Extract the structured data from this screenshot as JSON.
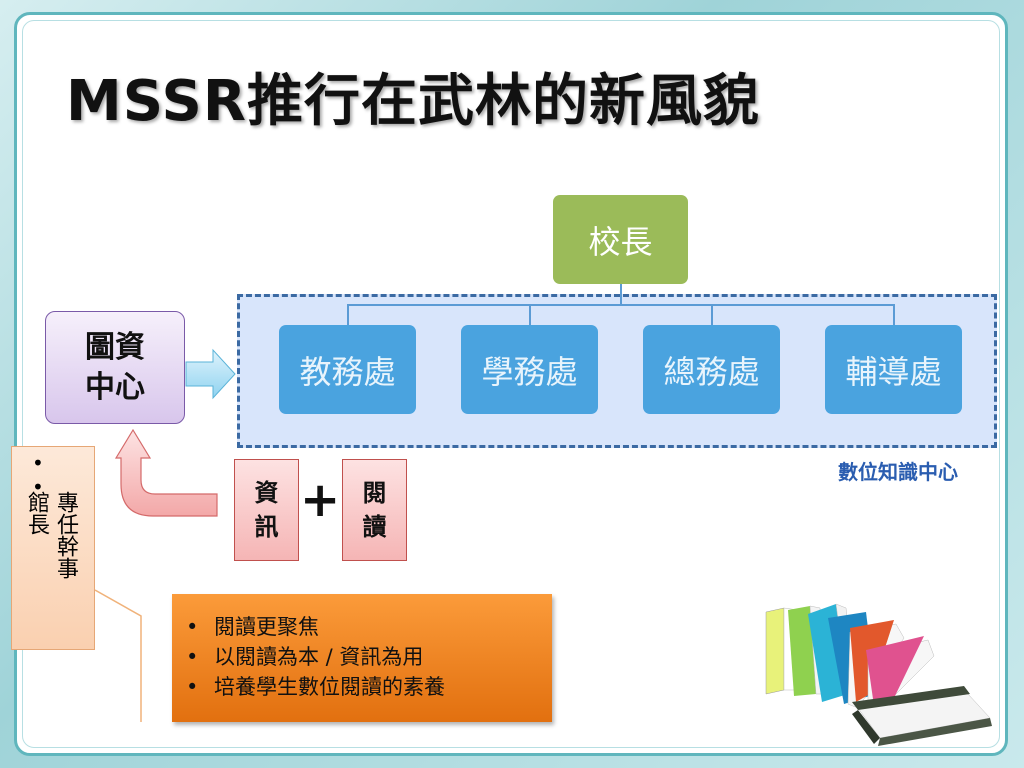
{
  "slide": {
    "title": "MSSR推行在武林的新風貌"
  },
  "org_chart": {
    "principal": "校長",
    "departments": [
      "教務處",
      "學務處",
      "總務處",
      "輔導處"
    ],
    "group_label": "數位知識中心",
    "colors": {
      "principal": "#9bbb59",
      "department": "#4aa3df",
      "group_border": "#3b6aa3",
      "group_fill": "#d8e5fb"
    }
  },
  "library_center": {
    "line1": "圖資",
    "line2": "中心"
  },
  "components": {
    "left": {
      "line1": "資",
      "line2": "訊"
    },
    "plus": "+",
    "right": {
      "line1": "閱",
      "line2": "讀"
    }
  },
  "staff_box": {
    "bullets": "• •",
    "col_right": "專任幹事",
    "col_left": "館長"
  },
  "goals": {
    "items": [
      "閱讀更聚焦",
      "以閱讀為本 / 資訊為用",
      "培養學生數位閱讀的素養"
    ],
    "color": "#f28a26"
  },
  "decoration": {
    "image": "books-stack-icon"
  }
}
